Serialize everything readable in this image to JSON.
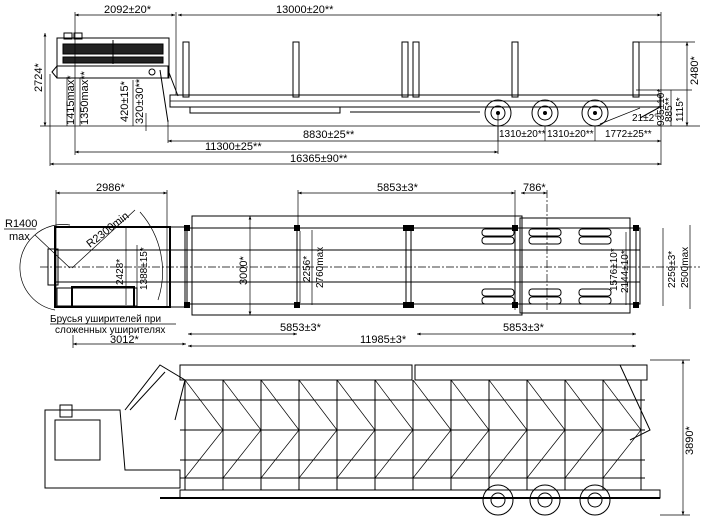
{
  "side_view": {
    "dims": {
      "d2092": "2092±20*",
      "d13000": "13000±20**",
      "d8830": "8830±25**",
      "d11300": "11300±25**",
      "d16365": "16365±90**",
      "d2724": "2724*",
      "d1415": "1415max*",
      "d1350": "1350max**",
      "d420": "420±15*",
      "d320": "320±30**",
      "d1310a": "1310±20**",
      "d1310b": "1310±20**",
      "d1772": "1772±25**",
      "d21": "21±2°",
      "d935": "935±10*",
      "d885": "885**",
      "d1115": "1115*",
      "d2480": "2480*"
    }
  },
  "plan_view": {
    "dims": {
      "d2986": "2986*",
      "d5853top": "5853±3*",
      "d786": "786*",
      "r1400": "R1400",
      "r1400max": "max",
      "r2300": "R2300min",
      "d2428": "2428*",
      "d1388": "1388±15*",
      "d3000": "3000*",
      "d2256": "2256*",
      "d2760": "2760max",
      "d1576": "1576±10*",
      "d2144": "2144±10*",
      "d2259": "2259±3*",
      "d2500": "2500max",
      "d5853left": "5853±3*",
      "d5853right": "5853±3*",
      "d3012": "3012*",
      "d11985": "11985±3*"
    },
    "note_line1": "Брусья уширителей при",
    "note_line2": "сложенных уширителях"
  },
  "transporter_view": {
    "dims": {
      "d3890": "3890*"
    }
  }
}
